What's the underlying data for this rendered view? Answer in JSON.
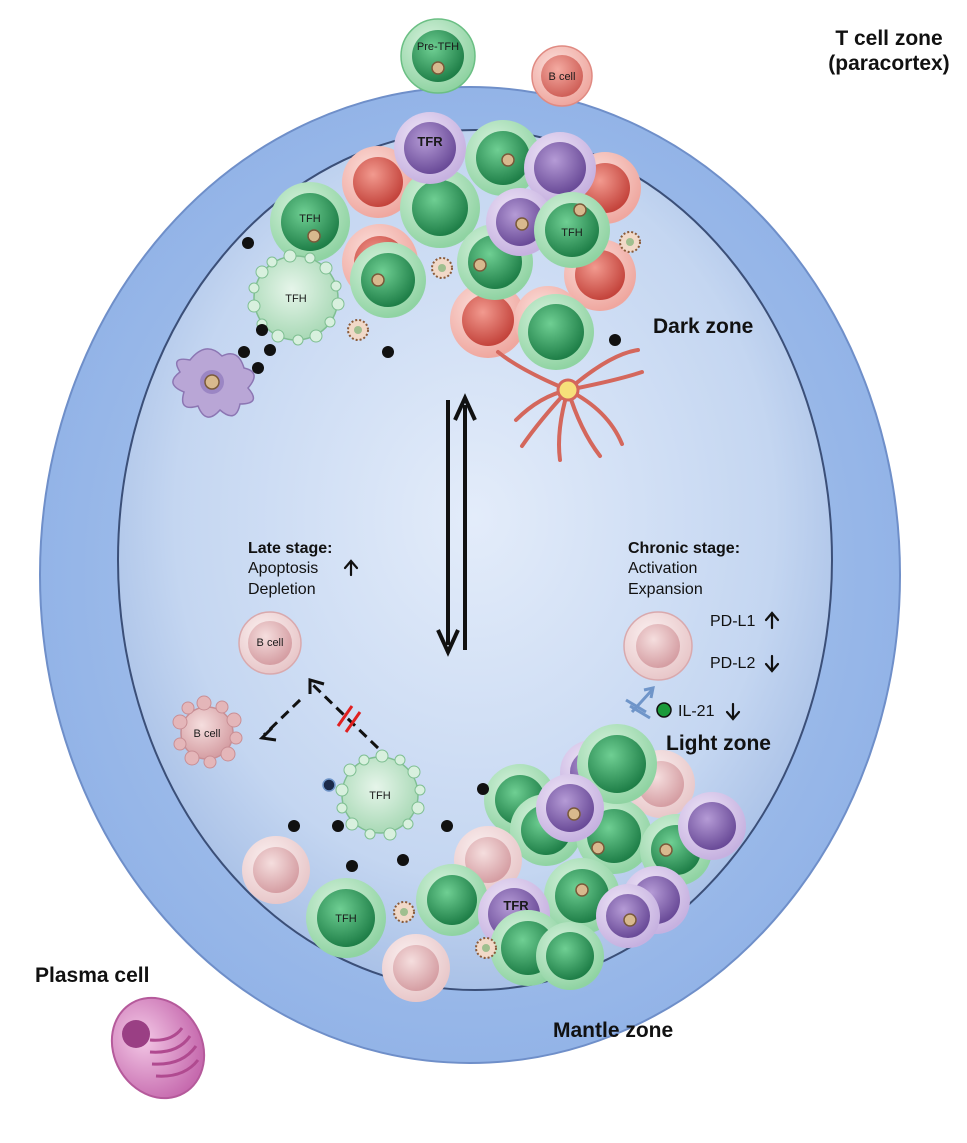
{
  "zones": {
    "t_cell_zone_line1": "T cell zone",
    "t_cell_zone_line2": "(paracortex)",
    "dark_zone": "Dark zone",
    "light_zone": "Light zone",
    "mantle_zone": "Mantle zone",
    "plasma_cell": "Plasma cell"
  },
  "cells": {
    "pre_tfh": "Pre-TFH",
    "b_cell": "B cell",
    "tfr": "TFR",
    "tfh": "TFH"
  },
  "late_stage": {
    "title": "Late stage",
    "colon": ":",
    "line1": "Apoptosis",
    "line2": "Depletion"
  },
  "chronic_stage": {
    "title": "Chronic stage",
    "colon": ":",
    "line1": "Activation",
    "line2": "Expansion",
    "pdl1": "PD-L1",
    "pdl2": "PD-L2",
    "il21": "IL-21"
  },
  "colors": {
    "background_outer": "#ffffff",
    "mantle": "#a9c5ee",
    "germinal_center": "#c9d9f2",
    "green_cell": "#2e9a5e",
    "red_cell": "#e0625c",
    "purple_cell": "#8b6bb3",
    "pink_cell": "#d9a9ad"
  }
}
